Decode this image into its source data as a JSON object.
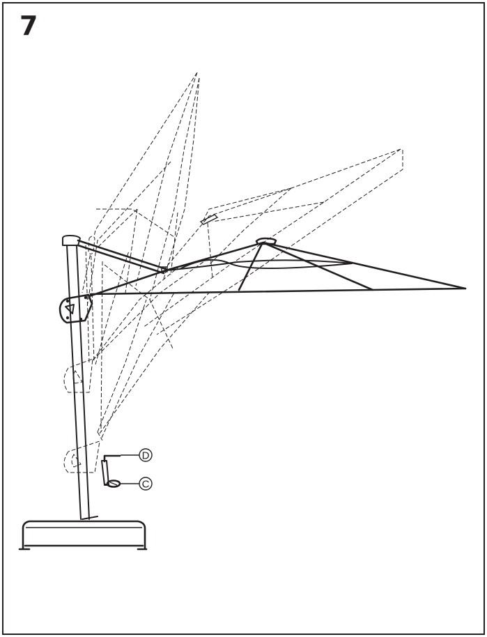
{
  "step": {
    "number": "7"
  },
  "callouts": [
    {
      "label": "D",
      "part": "crank-handle"
    },
    {
      "label": "C",
      "part": "crank-knob"
    }
  ],
  "colors": {
    "ink": "#231f20",
    "background": "#ffffff"
  }
}
